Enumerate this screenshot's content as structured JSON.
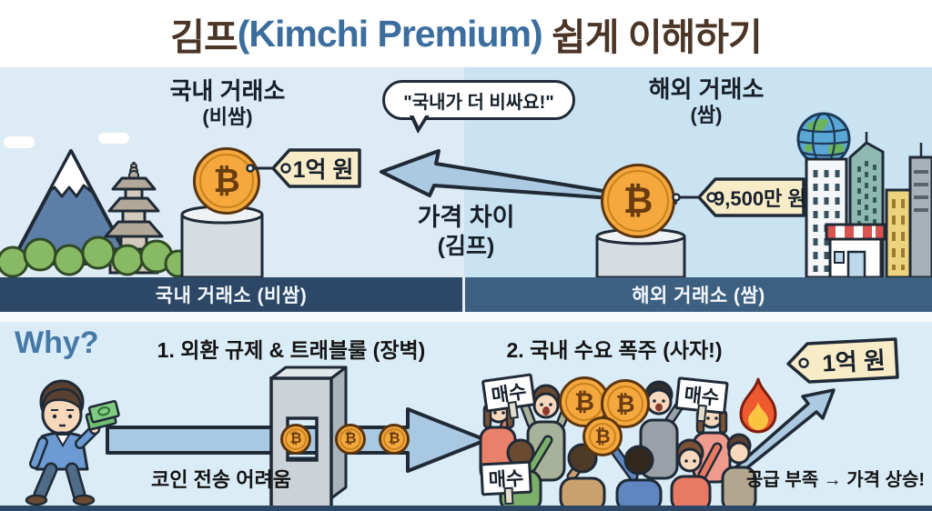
{
  "title": {
    "kimp": "김프",
    "english": "(Kimchi Premium)",
    "rest": " 쉽게 이해하기"
  },
  "btc": "₿",
  "top": {
    "bubble": "\"국내가 더 비싸요!\"",
    "gap1": "가격 차이",
    "gap2": "(김프)",
    "domestic": {
      "heading": "국내 거래소",
      "sub": "(비쌈)",
      "tag": "1억 원",
      "banner": "국내 거래소 (비쌈)"
    },
    "overseas": {
      "heading": "해외 거래소",
      "sub": "(쌈)",
      "tag": "9,500만 원",
      "banner": "해외 거래소 (쌈)"
    }
  },
  "bottom": {
    "why": "Why?",
    "reason1": "1. 외환 규제 & 트래블룰 (장벽)",
    "reason2": "2. 국내 수요 폭주 (사자!)",
    "transfer": "코인 전송 어려움",
    "buy": "매수",
    "result": "공급 부족 → 가격 상승!",
    "tag": "1억 원"
  },
  "colors": {
    "title_brown": "#4a3527",
    "title_blue": "#3b6e9e",
    "panel_left_bg": "#dcebf4",
    "panel_right_bg": "#c9e3f2",
    "bottom_bg": "#daecf6",
    "banner_left_bg": "#2c4866",
    "banner_right_bg": "#3d5f80",
    "coin_orange": "#f4a83d",
    "tag_cream": "#f8ecc8",
    "arrow_blue": "#abc9e0",
    "flame_red": "#ee5a30",
    "why_blue": "#4779a8"
  }
}
